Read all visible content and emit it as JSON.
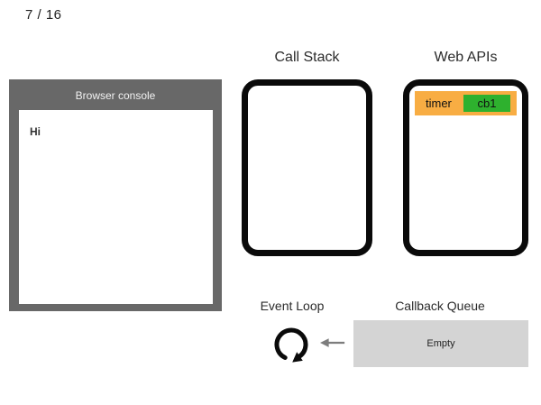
{
  "page": {
    "counter": "7 / 16",
    "background_color": "#ffffff"
  },
  "browser_console": {
    "title": "Browser console",
    "frame_color": "#686868",
    "log_lines": [
      "Hi"
    ]
  },
  "call_stack": {
    "title": "Call Stack",
    "items": []
  },
  "web_apis": {
    "title": "Web APIs",
    "items": [
      {
        "label": "timer",
        "callback": "cb1",
        "bar_color": "#f8ad43",
        "callback_color": "#2eb12e"
      }
    ]
  },
  "event_loop": {
    "title": "Event Loop",
    "icon": "loop-circular-arrow-icon"
  },
  "callback_queue": {
    "title": "Callback Queue",
    "status": "Empty",
    "box_color": "#d4d4d4",
    "arrow_color": "#7d7d7d"
  }
}
